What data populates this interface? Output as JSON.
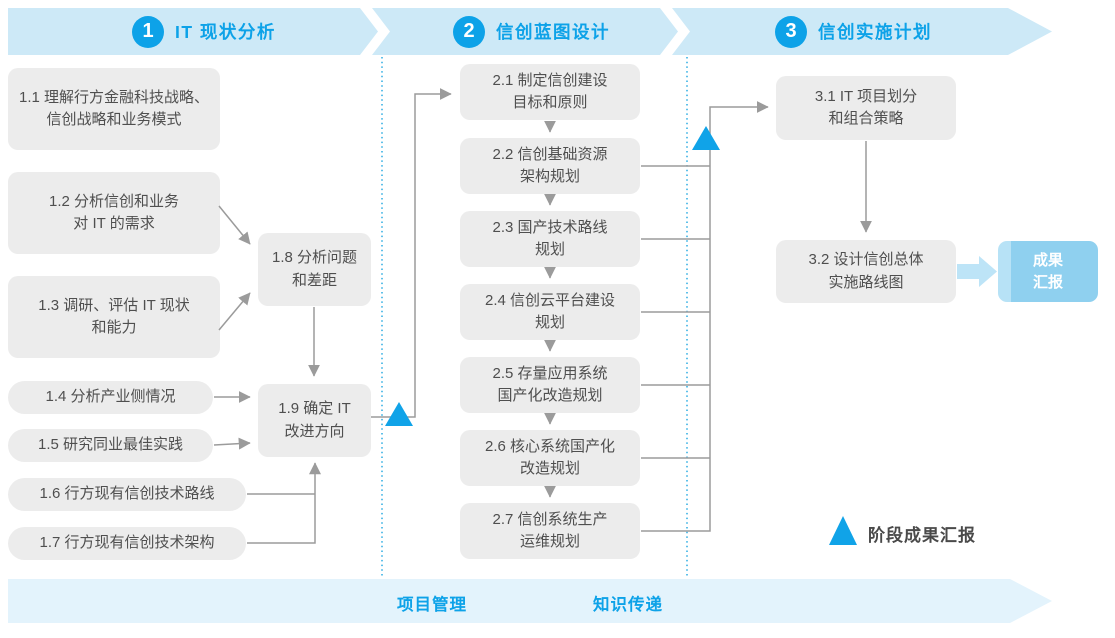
{
  "banners": {
    "phase1": {
      "number": "1",
      "title": "IT 现状分析"
    },
    "phase2": {
      "number": "2",
      "title": "信创蓝图设计"
    },
    "phase3": {
      "number": "3",
      "title": "信创实施计划"
    }
  },
  "phase1": {
    "b11": "1.1 理解行方金融科技战略、\n信创战略和业务模式",
    "b12": "1.2 分析信创和业务\n对 IT 的需求",
    "b13": "1.3 调研、评估 IT 现状\n和能力",
    "b14": "1.4 分析产业侧情况",
    "b15": "1.5 研究同业最佳实践",
    "b16": "1.6 行方现有信创技术路线",
    "b17": "1.7 行方现有信创技术架构",
    "b18": "1.8 分析问题\n和差距",
    "b19": "1.9 确定 IT\n改进方向"
  },
  "phase2": {
    "b21": "2.1 制定信创建设\n目标和原则",
    "b22": "2.2 信创基础资源\n架构规划",
    "b23": "2.3 国产技术路线\n规划",
    "b24": "2.4 信创云平台建设\n规划",
    "b25": "2.5 存量应用系统\n国产化改造规划",
    "b26": "2.6 核心系统国产化\n改造规划",
    "b27": "2.7 信创系统生产\n运维规划"
  },
  "phase3": {
    "b31": "3.1 IT 项目划分\n和组合策略",
    "b32": "3.2 设计信创总体\n实施路线图",
    "result": "成果\n汇报"
  },
  "footer": {
    "item1": "项目管理",
    "item2": "知识传递"
  },
  "legend": {
    "label": "阶段成果汇报"
  },
  "colors": {
    "accent_blue": "#0da2e8",
    "banner_bg": "#cde9f7",
    "footer_bg": "#e3f3fc",
    "box_bg": "#ececec",
    "box_text": "#4f4f4f",
    "line_gray": "#9b9b9b",
    "divider_dotted_blue": "#2aabe2",
    "triangle_blue": "#10a3e8",
    "result_bg": "#8fd0ef",
    "result_arrow": "#bde4f7"
  }
}
